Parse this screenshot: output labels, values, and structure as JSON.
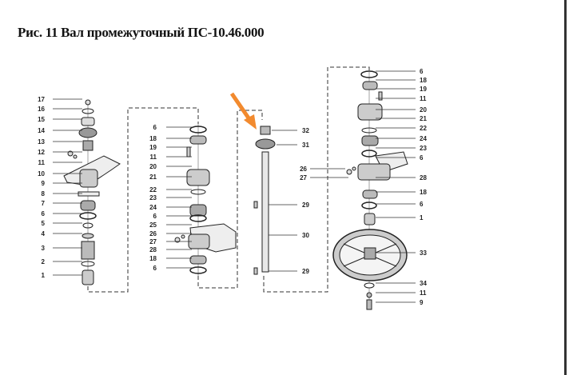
{
  "title": "Рис. 11 Вал промежуточный ПС-10.46.000",
  "colors": {
    "arrow": "#f28a2e",
    "line": "#222222",
    "edge": "#333333"
  },
  "callouts": {
    "col1": [
      "17",
      "16",
      "15",
      "14",
      "13",
      "12",
      "11",
      "10",
      "9",
      "8",
      "7",
      "6",
      "5",
      "4",
      "3",
      "2",
      "1"
    ],
    "col2": [
      "6",
      "18",
      "19",
      "11",
      "20",
      "21",
      "22",
      "23",
      "24",
      "6",
      "25",
      "26",
      "27",
      "28",
      "18",
      "6"
    ],
    "col3": [
      "32",
      "31",
      "29",
      "30",
      "29",
      "26",
      "27"
    ],
    "col4": [
      "6",
      "18",
      "19",
      "11",
      "20",
      "21",
      "22",
      "24",
      "23",
      "6",
      "28",
      "18",
      "6",
      "1",
      "33",
      "34",
      "11",
      "9"
    ]
  }
}
